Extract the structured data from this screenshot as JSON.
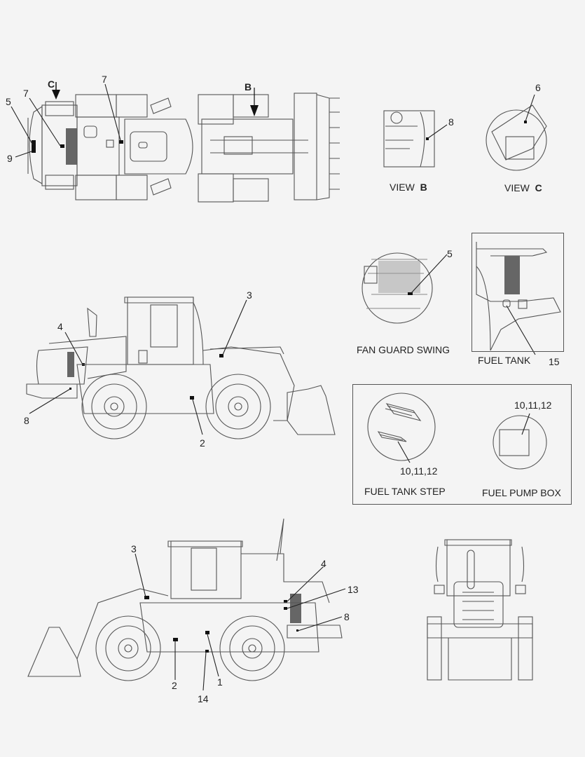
{
  "diagram": {
    "type": "decal-location-diagram",
    "subject": "wheel loader",
    "top_view": {
      "callouts": [
        "5",
        "7",
        "9",
        "7"
      ],
      "view_arrows": [
        {
          "letter": "C"
        },
        {
          "letter": "B"
        }
      ]
    },
    "view_b": {
      "caption_prefix": "VIEW",
      "caption_letter": "B",
      "callouts": [
        "8"
      ]
    },
    "view_c": {
      "caption_prefix": "VIEW",
      "caption_letter": "C",
      "callouts": [
        "6"
      ]
    },
    "left_side_view": {
      "callouts": [
        "4",
        "3",
        "8",
        "2"
      ]
    },
    "fan_guard_swing": {
      "caption": "FAN GUARD SWING",
      "callouts": [
        "5"
      ]
    },
    "fuel_tank": {
      "caption": "FUEL TANK",
      "callouts": [
        "15"
      ]
    },
    "fuel_tank_step": {
      "caption": "FUEL TANK STEP",
      "callouts": [
        "10,11,12"
      ]
    },
    "fuel_pump_box": {
      "caption": "FUEL PUMP BOX",
      "callouts": [
        "10,11,12"
      ]
    },
    "right_side_view": {
      "callouts": [
        "3",
        "4",
        "13",
        "8",
        "2",
        "1",
        "14"
      ]
    },
    "rear_view": {
      "callouts": []
    }
  }
}
